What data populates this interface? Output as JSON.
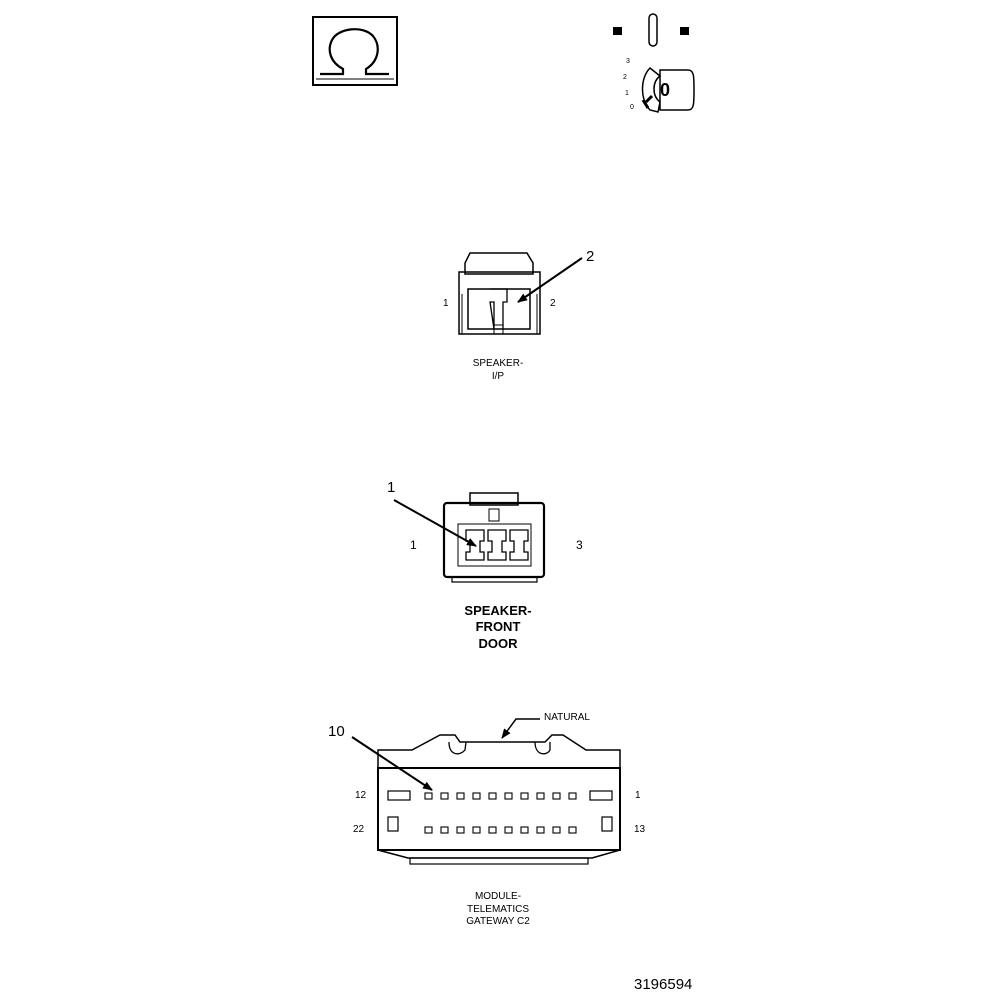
{
  "symbols": {
    "omega_icon": "ohm-symbol",
    "key_icon": "ignition-key-switch",
    "key_positions": [
      "3",
      "2",
      "1",
      "0"
    ],
    "key_head": "0"
  },
  "connectors": {
    "speaker_ip": {
      "callout": "2",
      "pin_left": "1",
      "pin_right": "2",
      "name_lines": [
        "SPEAKER-",
        "I/P"
      ]
    },
    "speaker_front_door": {
      "callout": "1",
      "pin_left": "1",
      "pin_right": "3",
      "name_lines": [
        "SPEAKER-",
        "FRONT",
        "DOOR"
      ]
    },
    "telematics": {
      "callout": "10",
      "color_note": "NATURAL",
      "pin_top_left": "12",
      "pin_top_right": "1",
      "pin_bottom_left": "22",
      "pin_bottom_right": "13",
      "name_lines": [
        "MODULE-",
        "TELEMATICS",
        "GATEWAY C2"
      ]
    }
  },
  "figure_id": "3196594",
  "colors": {
    "line": "#000000",
    "background": "#ffffff"
  }
}
